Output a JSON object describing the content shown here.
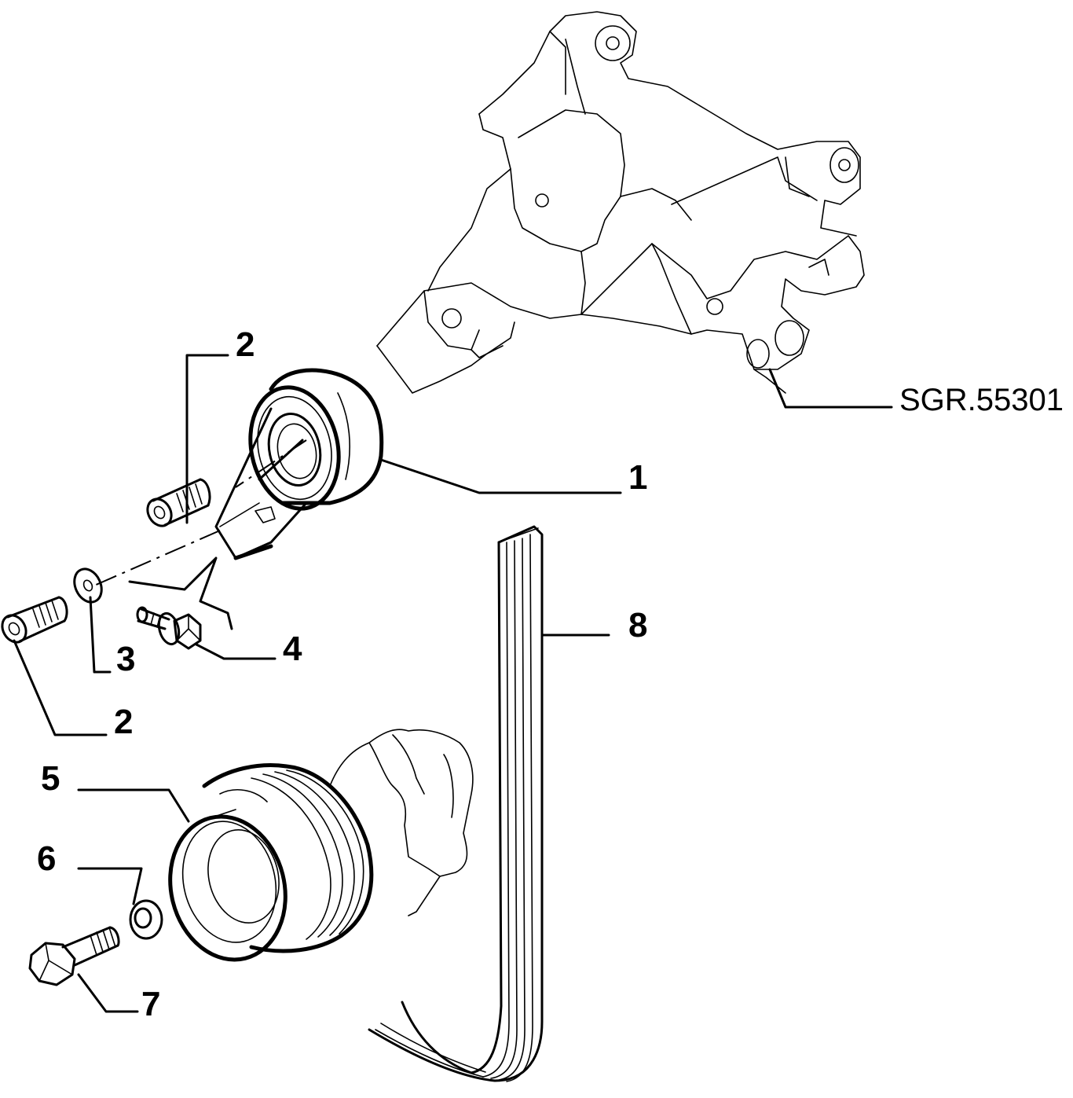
{
  "diagram": {
    "reference_code": "SGR.55301",
    "callouts": [
      {
        "id": "c1",
        "number": "1"
      },
      {
        "id": "c2a",
        "number": "2"
      },
      {
        "id": "c2b",
        "number": "2"
      },
      {
        "id": "c3",
        "number": "3"
      },
      {
        "id": "c4",
        "number": "4"
      },
      {
        "id": "c5",
        "number": "5"
      },
      {
        "id": "c6",
        "number": "6"
      },
      {
        "id": "c7",
        "number": "7"
      },
      {
        "id": "c8",
        "number": "8"
      }
    ],
    "parts": [
      {
        "icon": "engine-bracket-icon"
      },
      {
        "icon": "tensioner-pulley-icon"
      },
      {
        "icon": "socket-head-bolt-icon"
      },
      {
        "icon": "washer-icon"
      },
      {
        "icon": "flanged-bolt-icon"
      },
      {
        "icon": "crankshaft-pulley-icon"
      },
      {
        "icon": "hex-bolt-icon"
      },
      {
        "icon": "ribbed-belt-icon"
      }
    ]
  }
}
